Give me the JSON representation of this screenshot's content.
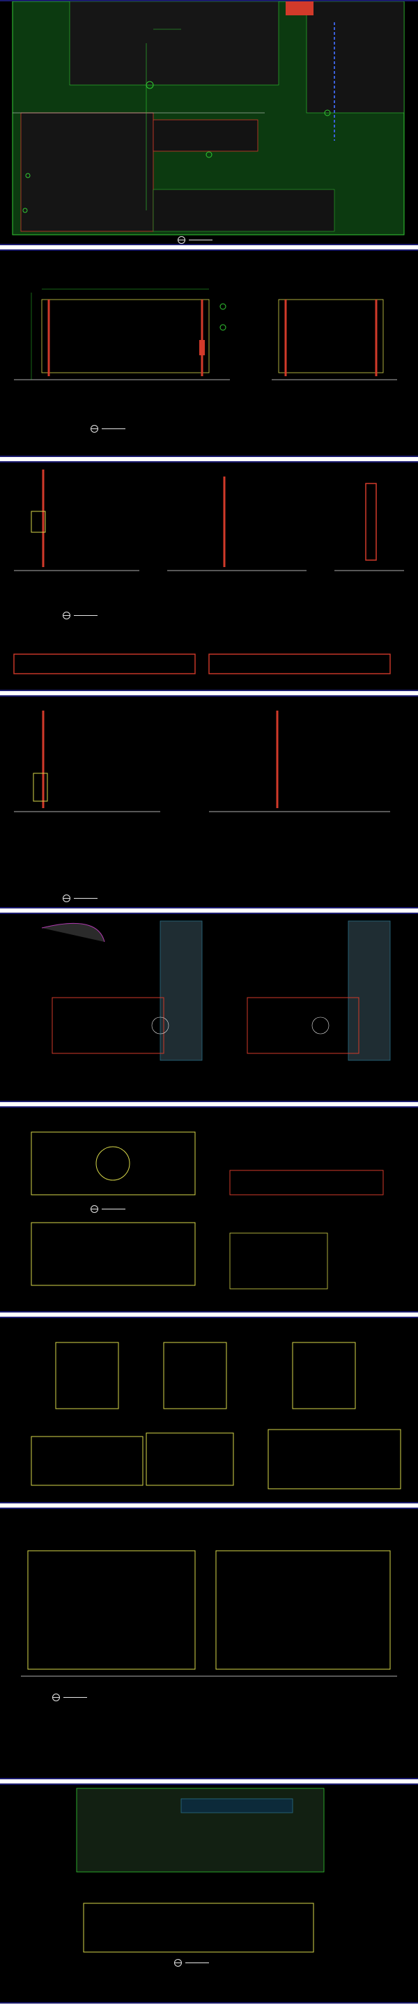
{
  "colors": {
    "background": "#000000",
    "separator": "#1b1b6e",
    "green": "#33cc33",
    "dim_green": "#1f7a1f",
    "red": "#d23a2a",
    "yellow": "#d8d84a",
    "white": "#e8e8e8",
    "magenta": "#b03ab0",
    "teal": "#2a6f86"
  },
  "sheets": [
    {
      "id": "site-plan-top",
      "title": ""
    },
    {
      "id": "wall-elevations",
      "title": ""
    },
    {
      "id": "sections-a",
      "title": ""
    },
    {
      "id": "sections-b",
      "title": ""
    },
    {
      "id": "garden-plans",
      "title": ""
    },
    {
      "id": "pavilion-plans",
      "title": ""
    },
    {
      "id": "pergola-plans",
      "title": ""
    },
    {
      "id": "pergola-elevations",
      "title": ""
    },
    {
      "id": "site-plan-bottom",
      "title": ""
    }
  ]
}
